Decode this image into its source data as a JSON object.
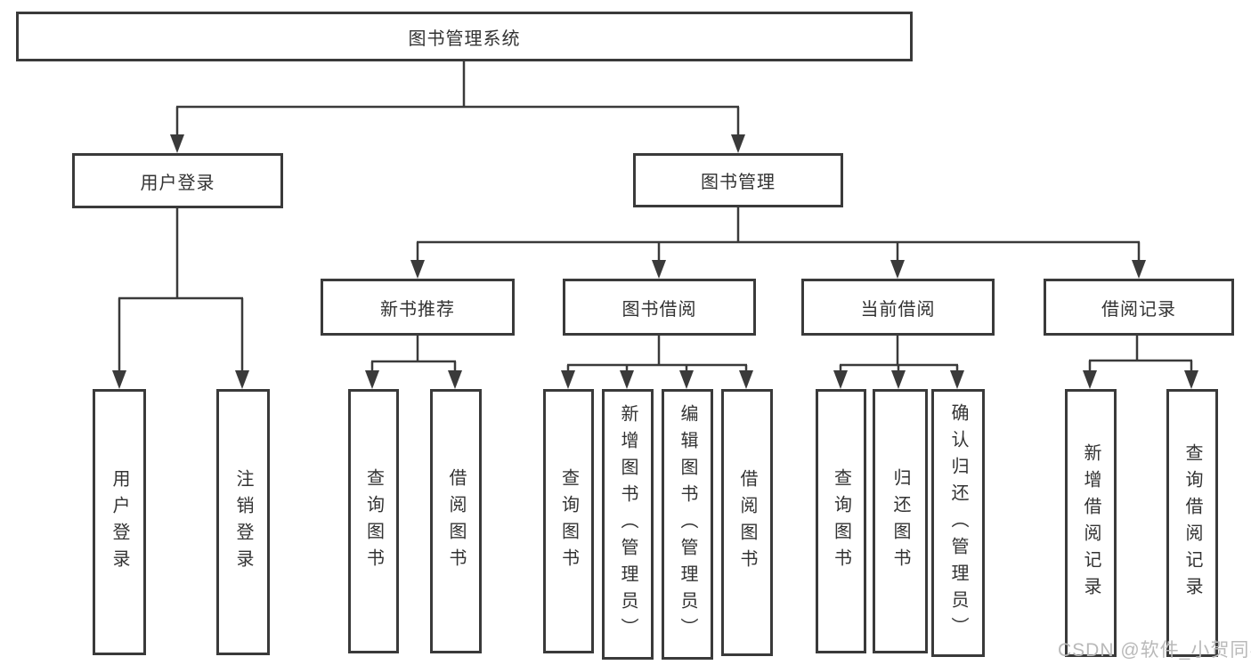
{
  "nodes": {
    "root": "图书管理系统",
    "user_login": "用户登录",
    "book_mgmt": "图书管理",
    "new_book_rec": "新书推荐",
    "book_borrow": "图书借阅",
    "current_borrow": "当前借阅",
    "borrow_record": "借阅记录",
    "login": "用户登录",
    "logout": "注销登录",
    "nb_query": "查询图书",
    "nb_borrow": "借阅图书",
    "bb_query": "查询图书",
    "bb_add": "新增图书（管理员）",
    "bb_edit": "编辑图书（管理员）",
    "bb_borrow": "借阅图书",
    "cb_query": "查询图书",
    "cb_return": "归还图书",
    "cb_confirm": "确认归还（管理员）",
    "br_add": "新增借阅记录",
    "br_query": "查询借阅记录"
  },
  "hierarchy": {
    "图书管理系统": [
      "用户登录",
      "图书管理"
    ],
    "用户登录": [
      "用户登录",
      "注销登录"
    ],
    "图书管理": [
      "新书推荐",
      "图书借阅",
      "当前借阅",
      "借阅记录"
    ],
    "新书推荐": [
      "查询图书",
      "借阅图书"
    ],
    "图书借阅": [
      "查询图书",
      "新增图书（管理员）",
      "编辑图书（管理员）",
      "借阅图书"
    ],
    "当前借阅": [
      "查询图书",
      "归还图书",
      "确认归还（管理员）"
    ],
    "借阅记录": [
      "新增借阅记录",
      "查询借阅记录"
    ]
  },
  "watermark": "CSDN @软件_小贺同学",
  "colors": {
    "line": "#3a3a3a",
    "text": "#333333",
    "background": "#ffffff",
    "watermark": "#b9b9b9"
  }
}
